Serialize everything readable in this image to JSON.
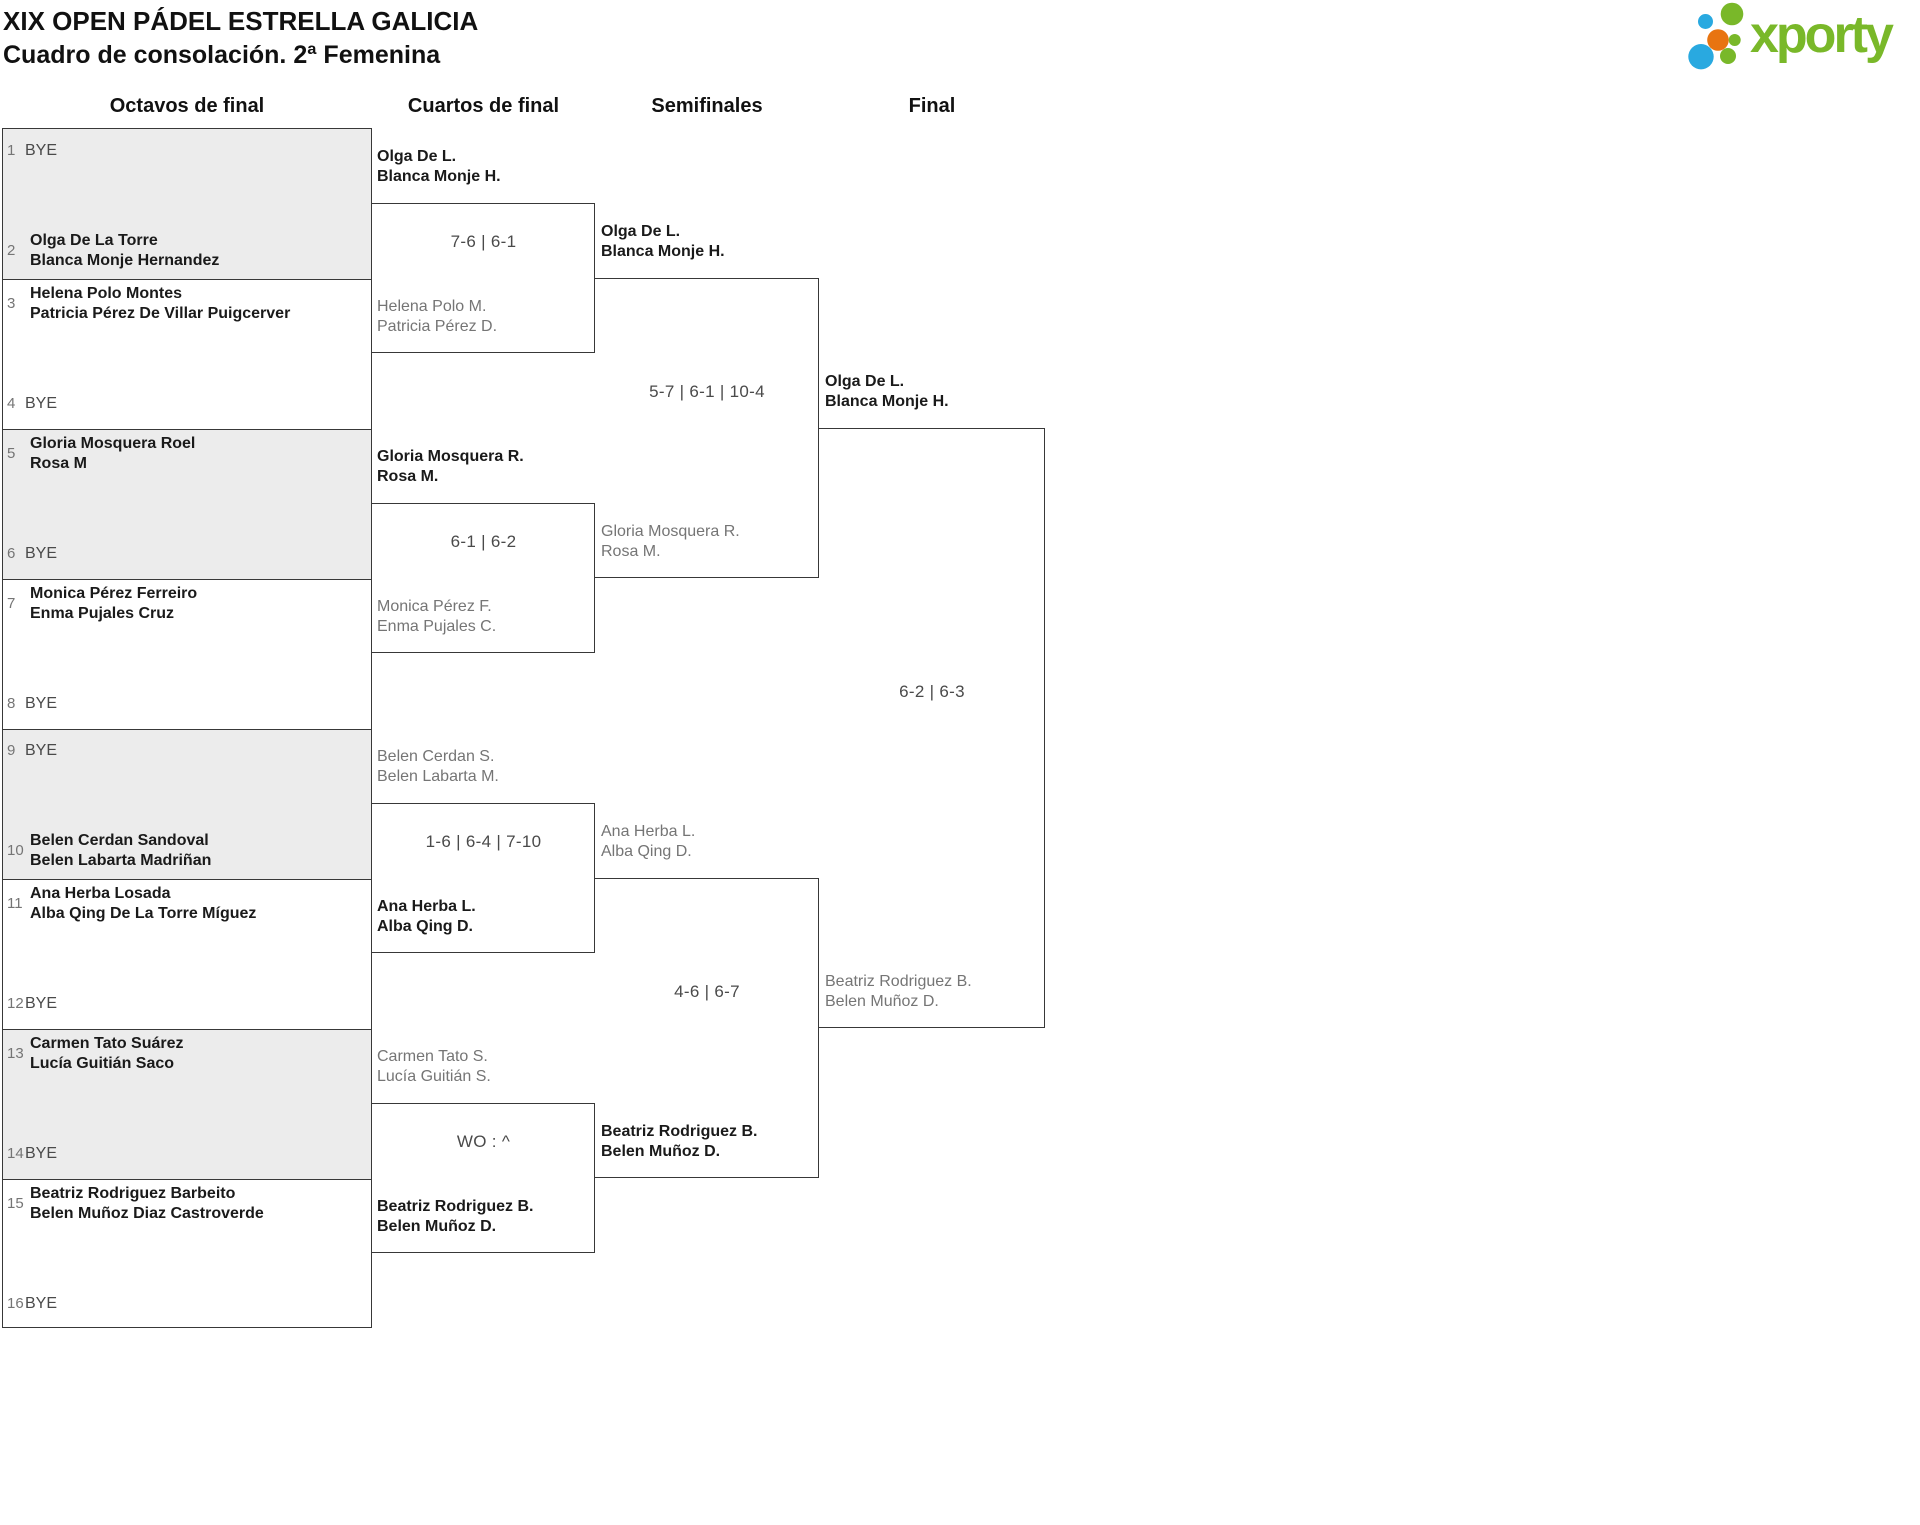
{
  "page": {
    "title": "XIX OPEN PÁDEL ESTRELLA GALICIA",
    "subtitle": "Cuadro de consolación. 2ª Femenina"
  },
  "logo": {
    "text": "xporty",
    "colors": {
      "green": "#79b829",
      "blue": "#29a9e0",
      "orange": "#e87410"
    }
  },
  "round_headers": [
    "Octavos de final",
    "Cuartos de final",
    "Semifinales",
    "Final"
  ],
  "octavos": {
    "matches": [
      {
        "top": {
          "seed": "1",
          "lines": [
            "BYE"
          ]
        },
        "bottom": {
          "seed": "2",
          "lines": [
            "Olga De La Torre",
            "Blanca Monje Hernandez"
          ]
        }
      },
      {
        "top": {
          "seed": "3",
          "lines": [
            "Helena Polo Montes",
            "Patricia Pérez De Villar Puigcerver"
          ]
        },
        "bottom": {
          "seed": "4",
          "lines": [
            "BYE"
          ]
        }
      },
      {
        "top": {
          "seed": "5",
          "lines": [
            "Gloria Mosquera Roel",
            "Rosa M"
          ]
        },
        "bottom": {
          "seed": "6",
          "lines": [
            "BYE"
          ]
        }
      },
      {
        "top": {
          "seed": "7",
          "lines": [
            "Monica Pérez Ferreiro",
            "Enma Pujales Cruz"
          ]
        },
        "bottom": {
          "seed": "8",
          "lines": [
            "BYE"
          ]
        }
      },
      {
        "top": {
          "seed": "9",
          "lines": [
            "BYE"
          ]
        },
        "bottom": {
          "seed": "10",
          "lines": [
            "Belen Cerdan Sandoval",
            "Belen Labarta Madriñan"
          ]
        }
      },
      {
        "top": {
          "seed": "11",
          "lines": [
            "Ana Herba Losada",
            "Alba Qing De La Torre Míguez"
          ]
        },
        "bottom": {
          "seed": "12",
          "lines": [
            "BYE"
          ]
        }
      },
      {
        "top": {
          "seed": "13",
          "lines": [
            "Carmen Tato Suárez",
            "Lucía Guitián Saco"
          ]
        },
        "bottom": {
          "seed": "14",
          "lines": [
            "BYE"
          ]
        }
      },
      {
        "top": {
          "seed": "15",
          "lines": [
            "Beatriz Rodriguez Barbeito",
            "Belen Muñoz Diaz Castroverde"
          ]
        },
        "bottom": {
          "seed": "16",
          "lines": [
            "BYE"
          ]
        }
      }
    ]
  },
  "cuartos": {
    "matches": [
      {
        "top": {
          "lines": [
            "Olga De L.",
            "Blanca Monje H."
          ],
          "result": "winner"
        },
        "bottom": {
          "lines": [
            "Helena Polo M.",
            "Patricia Pérez D."
          ],
          "result": "loser"
        },
        "score": "7-6 | 6-1"
      },
      {
        "top": {
          "lines": [
            "Gloria Mosquera R.",
            "Rosa M."
          ],
          "result": "winner"
        },
        "bottom": {
          "lines": [
            "Monica Pérez F.",
            "Enma Pujales C."
          ],
          "result": "loser"
        },
        "score": "6-1 | 6-2"
      },
      {
        "top": {
          "lines": [
            "Belen Cerdan S.",
            "Belen Labarta M."
          ],
          "result": "loser"
        },
        "bottom": {
          "lines": [
            "Ana Herba L.",
            "Alba Qing D."
          ],
          "result": "winner"
        },
        "score": "1-6 | 6-4 | 7-10"
      },
      {
        "top": {
          "lines": [
            "Carmen Tato S.",
            "Lucía Guitián S."
          ],
          "result": "loser"
        },
        "bottom": {
          "lines": [
            "Beatriz Rodriguez B.",
            "Belen Muñoz D."
          ],
          "result": "winner"
        },
        "score": "WO : ^"
      }
    ]
  },
  "semifinales": {
    "matches": [
      {
        "top": {
          "lines": [
            "Olga De L.",
            "Blanca Monje H."
          ],
          "result": "winner"
        },
        "bottom": {
          "lines": [
            "Gloria Mosquera R.",
            "Rosa M."
          ],
          "result": "loser"
        },
        "score": "5-7 | 6-1 | 10-4"
      },
      {
        "top": {
          "lines": [
            "Ana Herba L.",
            "Alba Qing D."
          ],
          "result": "loser"
        },
        "bottom": {
          "lines": [
            "Beatriz Rodriguez B.",
            "Belen Muñoz D."
          ],
          "result": "winner"
        },
        "score": "4-6 | 6-7"
      }
    ]
  },
  "final": {
    "matches": [
      {
        "top": {
          "lines": [
            "Olga De L.",
            "Blanca Monje H."
          ],
          "result": "winner"
        },
        "bottom": {
          "lines": [
            "Beatriz Rodriguez B.",
            "Belen Muñoz D."
          ],
          "result": "loser"
        },
        "score": "6-2 | 6-3"
      }
    ]
  }
}
